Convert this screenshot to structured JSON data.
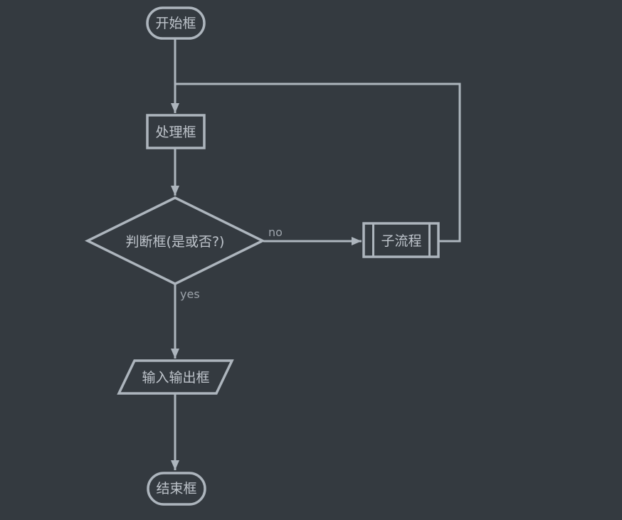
{
  "canvas": {
    "background_color": "#343a40",
    "stroke_color": "#adb5bd",
    "node_text_color": "#bfc5cc",
    "edge_label_color": "#9da4ab"
  },
  "nodes": {
    "start": {
      "label": "开始框",
      "shape": "terminator-stadium"
    },
    "process": {
      "label": "处理框",
      "shape": "rectangle"
    },
    "decision": {
      "label": "判断框(是或否?)",
      "shape": "diamond"
    },
    "subprocess": {
      "label": "子流程",
      "shape": "predefined-process"
    },
    "io": {
      "label": "输入输出框",
      "shape": "parallelogram"
    },
    "end": {
      "label": "结束框",
      "shape": "terminator-stadium"
    }
  },
  "edges": {
    "start_to_process": {
      "from": "start",
      "to": "process",
      "label": ""
    },
    "process_to_decision": {
      "from": "process",
      "to": "decision",
      "label": ""
    },
    "decision_to_subprocess": {
      "from": "decision",
      "to": "subprocess",
      "label": "no"
    },
    "subprocess_loop_back": {
      "from": "subprocess",
      "to": "start_to_process",
      "label": ""
    },
    "decision_to_io": {
      "from": "decision",
      "to": "io",
      "label": "yes"
    },
    "io_to_end": {
      "from": "io",
      "to": "end",
      "label": ""
    }
  }
}
